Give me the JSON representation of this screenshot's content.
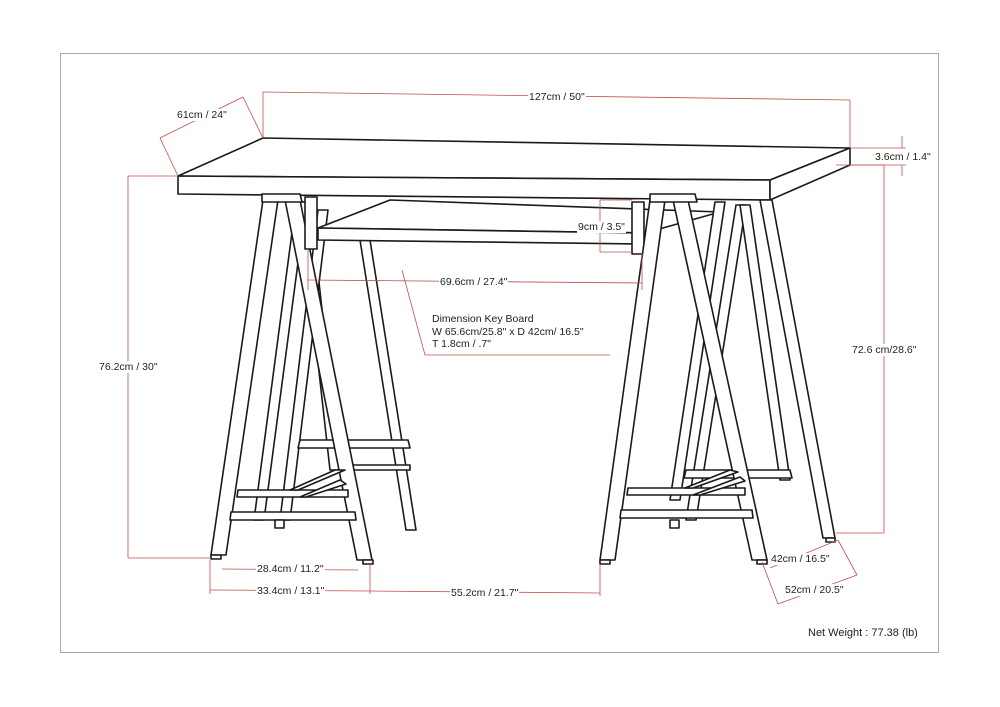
{
  "diagram": {
    "type": "product-dimension-drawing",
    "subject": "Sawhorse-style writing desk with keyboard tray",
    "colors": {
      "outline": "#1a1a1a",
      "dimension_line": "#c0504d",
      "frame_border": "#a8a8a8",
      "text": "#222222"
    }
  },
  "dimensions": {
    "width": "127cm / 50\"",
    "depth": "61cm / 24\"",
    "top_thickness": "3.6cm / 1.4\"",
    "apron_height": "9cm / 3.5\"",
    "keyboard_clearance_width": "69.6cm / 27.4\"",
    "overall_height": "76.2cm / 30\"",
    "clearance_height": "72.6 cm/28.6\"",
    "leg_inner_spread": "28.4cm / 11.2\"",
    "leg_outer_spread": "33.4cm / 13.1\"",
    "between_legs": "55.2cm / 21.7\"",
    "leg_depth_inner": "42cm / 16.5\"",
    "leg_depth_outer": "52cm / 20.5\""
  },
  "keyboard": {
    "title": "Dimension Key Board",
    "line1": "W 65.6cm/25.8\" x D 42cm/ 16.5\"",
    "line2": "T 1.8cm / .7\""
  },
  "footer": {
    "net_weight": "Net Weight : 77.38 (lb)"
  }
}
